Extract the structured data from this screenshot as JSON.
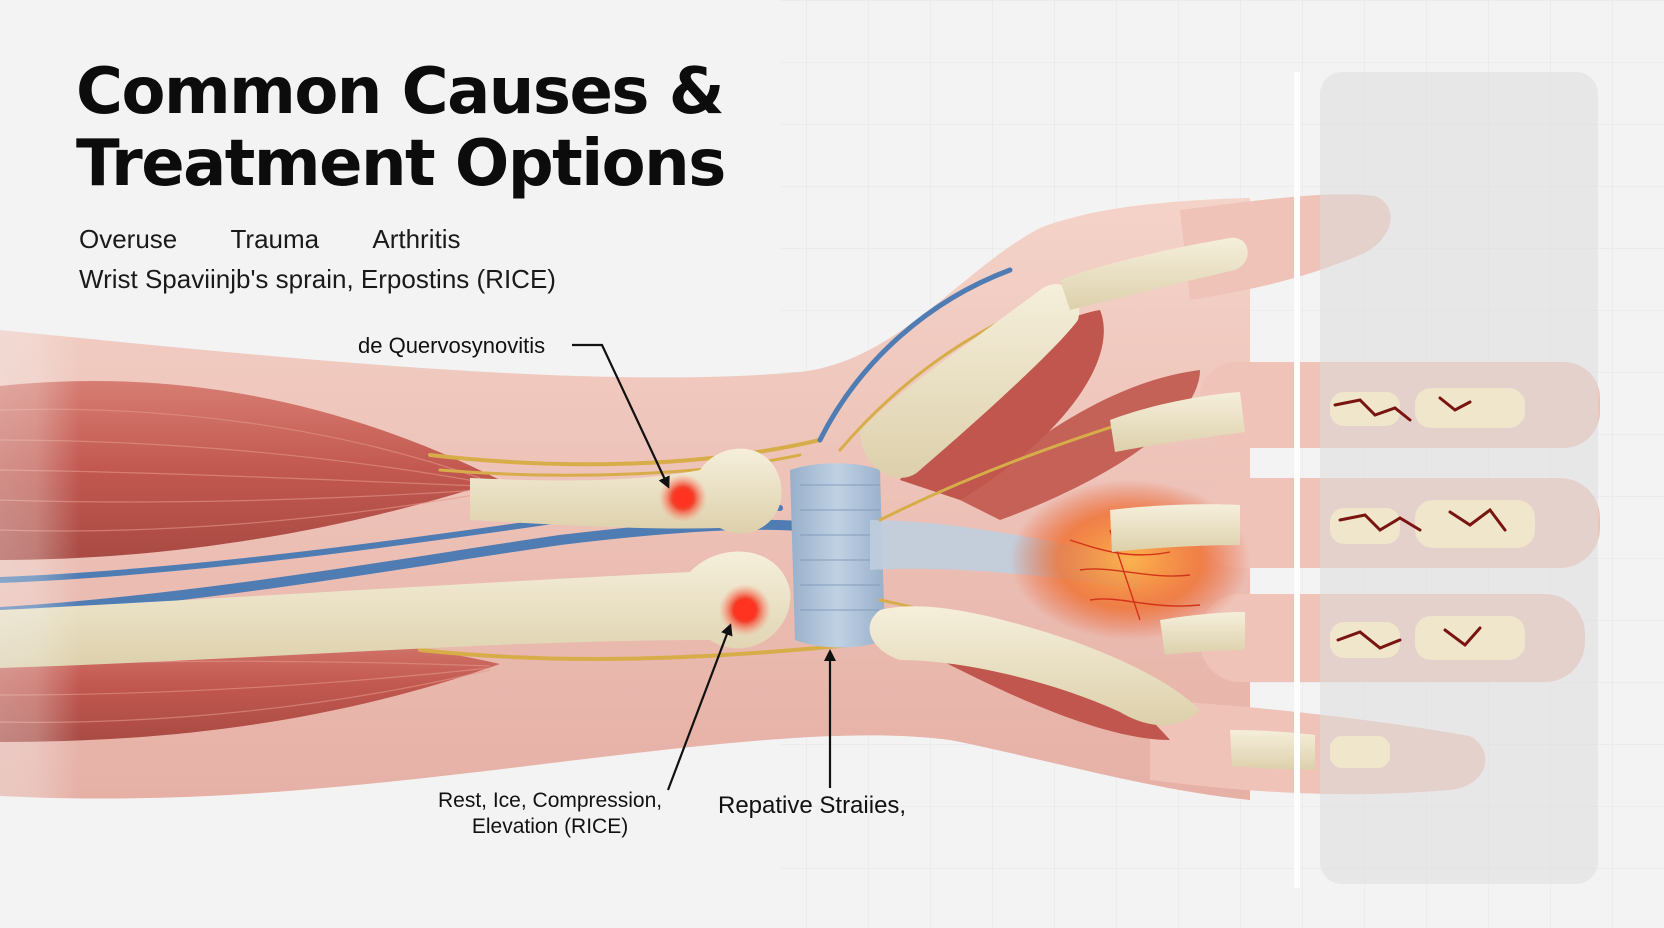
{
  "title": {
    "line1": "Common Causes &",
    "line2": "Treatment Options"
  },
  "causes": [
    "Overuse",
    "Trauma",
    "Arthritis"
  ],
  "subline": "Wrist Spaviinjb's sprain, Erpostins (RICE)",
  "callouts": {
    "quervain": "de Quervosynovitis",
    "rice_line1": "Rest, Ice, Compression,",
    "rice_line2": "Elevation (RICE)",
    "strain": "Repative Straiies,"
  },
  "colors": {
    "muscle": "#c9695f",
    "muscle_dark": "#a84a43",
    "skin": "#f0c7bd",
    "bone": "#ece3c8",
    "ligament": "#a9bfd6",
    "nerve": "#d7ad4a",
    "vein": "#4f7cb3",
    "inflammation": "#f07a2a",
    "hotspot": "#e8331f"
  }
}
